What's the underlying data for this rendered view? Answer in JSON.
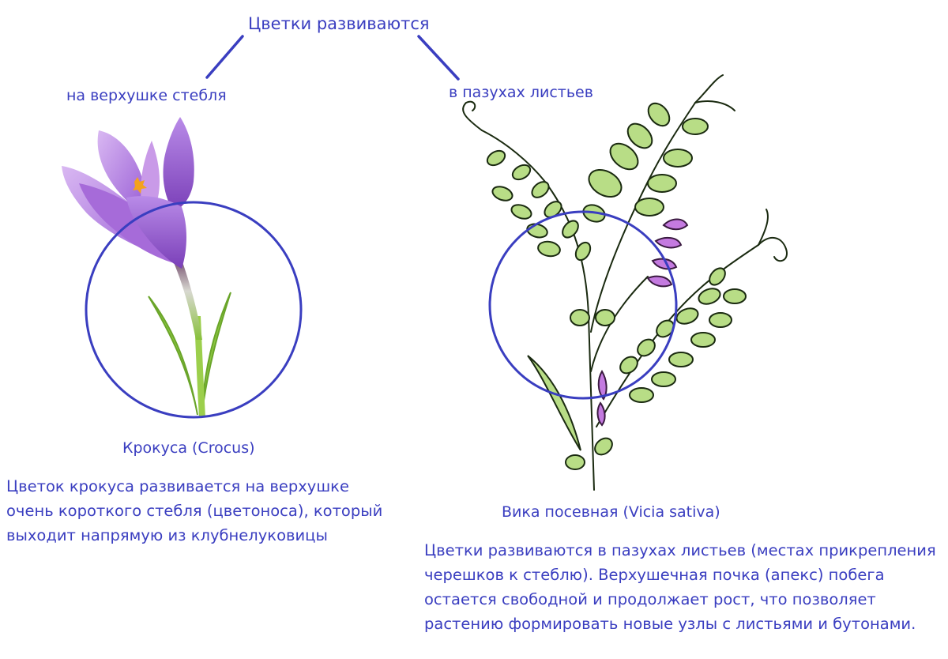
{
  "title": "Цветки развиваются",
  "branches": {
    "left": "на верхушке стебля",
    "right": "в пазухах листьев"
  },
  "plants": {
    "left": {
      "caption": "Крокуса (Crocus)",
      "description": [
        "Цветок крокуса развивается на верхушке",
        "очень короткого стебля (цветоноса), который",
        "выходит напрямую из клубнелуковицы"
      ]
    },
    "right": {
      "caption": "Вика посевная (Vicia sativa)",
      "description": [
        "Цветки развиваются в пазухах листьев (местах прикрепления",
        "черешков к стеблю). Верхушечная почка (апекс) побега",
        "остается свободной и продолжает рост, что позволяет",
        "растению формировать новые узлы с листьями и бутонами."
      ]
    }
  },
  "colors": {
    "text": "#3a3ec0",
    "circle": "#3a3ec0",
    "petal": "#b07ee0",
    "leaf": "#b8dd86"
  }
}
